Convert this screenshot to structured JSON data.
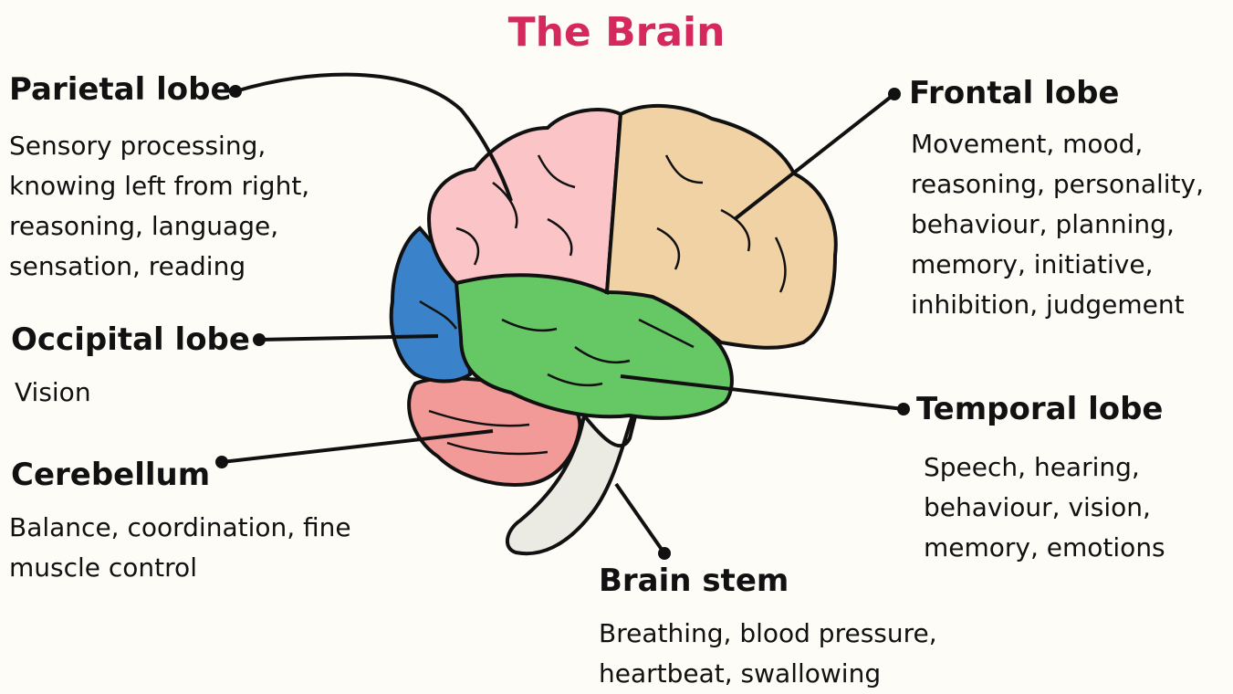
{
  "title": "The Brain",
  "colors": {
    "title": "#d4285f",
    "parietal": "#fbc4c6",
    "frontal": "#f1d2a5",
    "temporal": "#66c765",
    "occipital": "#3a82c9",
    "cerebellum": "#f29a97",
    "brain_stem": "#ecebe3",
    "outline": "#111111"
  },
  "regions": {
    "parietal": {
      "label": "Parietal lobe",
      "lines": [
        "Sensory processing,",
        "knowing left from right,",
        "reasoning, language,",
        "sensation, reading"
      ]
    },
    "occipital": {
      "label": "Occipital lobe",
      "lines": [
        "Vision"
      ]
    },
    "cerebellum": {
      "label": "Cerebellum",
      "lines": [
        "Balance, coordination, fine",
        "muscle control"
      ]
    },
    "frontal": {
      "label": "Frontal lobe",
      "lines": [
        "Movement, mood,",
        "reasoning, personality,",
        "behaviour, planning,",
        "memory, initiative,",
        "inhibition, judgement"
      ]
    },
    "temporal": {
      "label": "Temporal lobe",
      "lines": [
        "Speech, hearing,",
        "behaviour, vision,",
        "memory, emotions"
      ]
    },
    "brain_stem": {
      "label": "Brain stem",
      "lines": [
        "Breathing, blood pressure,",
        "heartbeat, swallowing"
      ]
    }
  }
}
